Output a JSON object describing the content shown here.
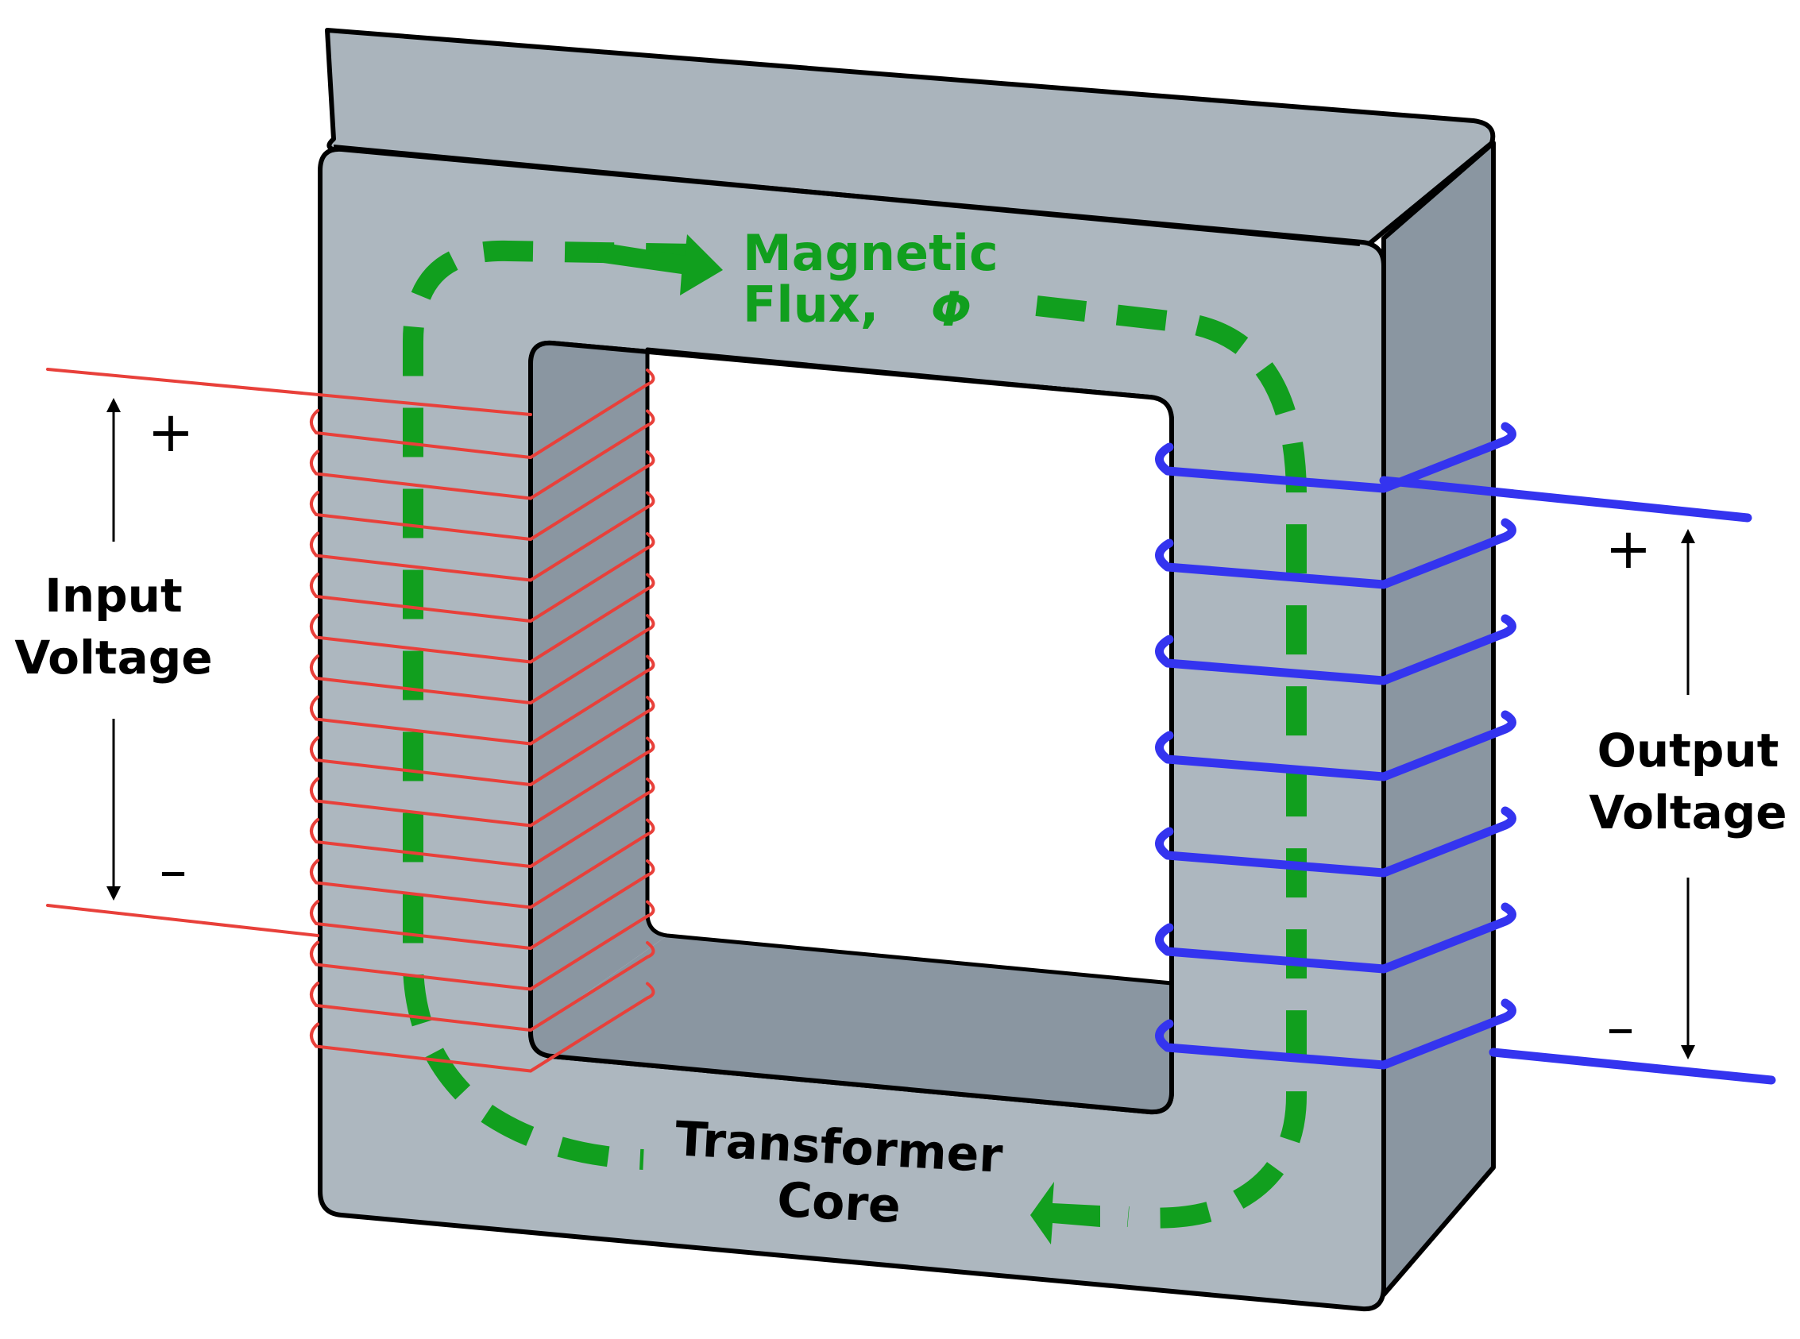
{
  "labels": {
    "magnetic_flux": "Magnetic",
    "flux_symbol_line": "Flux,",
    "phi": "Φ",
    "core_line1": "Transformer",
    "core_line2": "Core",
    "input_line1": "Input",
    "input_line2": "Voltage",
    "output_line1": "Output",
    "output_line2": "Voltage",
    "plus": "+",
    "minus": "–"
  },
  "colors": {
    "core_front": "#adb7bf",
    "core_side": "#8a96a1",
    "core_top": "#aab4bc",
    "outline": "#000000",
    "primary_wire": "#e8403a",
    "secondary_wire": "#3434ef",
    "flux": "#119f1e"
  },
  "windings": {
    "primary_turns": 16,
    "secondary_turns": 7
  }
}
